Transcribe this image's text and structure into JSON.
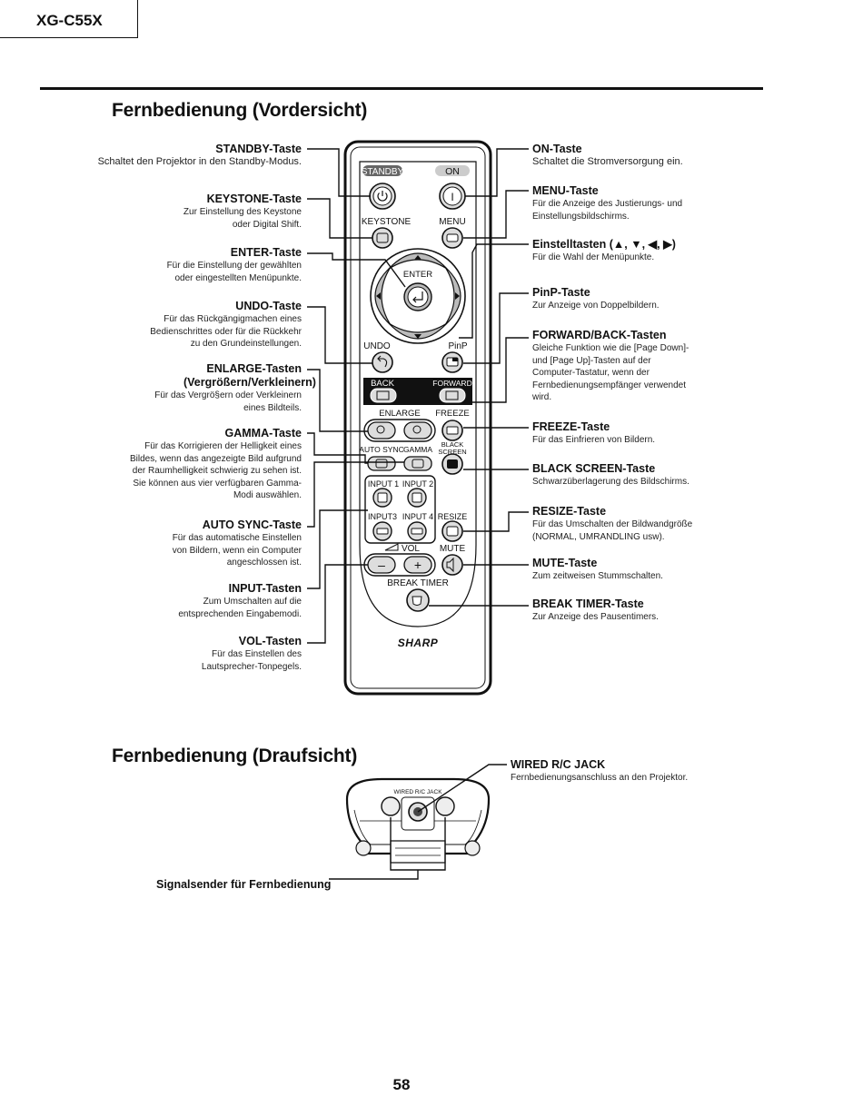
{
  "header": {
    "model": "XG-C55X"
  },
  "front_view": {
    "title": "Fernbedienung (Vordersicht)",
    "left_callouts": [
      {
        "title": "STANDBY-Taste",
        "desc": "Schaltet den Projektor in den Standby-Modus."
      },
      {
        "title": "KEYSTONE-Taste",
        "desc": "Zur Einstellung des Keystone oder Digital Shift."
      },
      {
        "title": "ENTER-Taste",
        "desc": "Für die Einstellung der gewählten oder eingestellten Menüpunkte."
      },
      {
        "title": "UNDO-Taste",
        "desc": "Für das Rückgängigmachen eines Bedienschrittes oder für die Rückkehr zu den Grundeinstellungen."
      },
      {
        "title": "ENLARGE-Tasten (Vergrößern/Verkleinern)",
        "desc": "Für das Vergrö§ern oder Verkleinern eines Bildteils."
      },
      {
        "title": "GAMMA-Taste",
        "desc": "Für das Korrigieren der Helligkeit eines Bildes, wenn das angezeigte Bild aufgrund der Raumhelligkeit schwierig zu sehen ist. Sie können aus vier verfügbaren Gamma-Modi auswählen."
      },
      {
        "title": "AUTO SYNC-Taste",
        "desc": "Für das automatische Einstellen von Bildern, wenn ein Computer angeschlossen ist."
      },
      {
        "title": "INPUT-Tasten",
        "desc": "Zum Umschalten auf die entsprechenden Eingabemodi."
      },
      {
        "title": "VOL-Tasten",
        "desc": "Für das Einstellen des Lautsprecher-Tonpegels."
      }
    ],
    "right_callouts": [
      {
        "title": "ON-Taste",
        "desc": "Schaltet die Stromversorgung ein."
      },
      {
        "title": "MENU-Taste",
        "desc": "Für die Anzeige des Justierungs- und Einstellungsbildschirms."
      },
      {
        "title": "Einstelltasten (▲, ▼, ◀, ▶)",
        "desc": "Für die Wahl der Menüpunkte."
      },
      {
        "title": "PinP-Taste",
        "desc": "Zur Anzeige von Doppelbildern."
      },
      {
        "title": "FORWARD/BACK-Tasten",
        "desc": "Gleiche Funktion wie die [Page Down]- und [Page Up]-Tasten auf der Computer-Tastatur, wenn der Fernbedienungsempfänger verwendet wird."
      },
      {
        "title": "FREEZE-Taste",
        "desc": "Für das Einfrieren von Bildern."
      },
      {
        "title": "BLACK SCREEN-Taste",
        "desc": "Schwarzüberlagerung des Bildschirms."
      },
      {
        "title": "RESIZE-Taste",
        "desc": "Für das Umschalten der Bildwandgröße (NORMAL, UMRANDLING usw)."
      },
      {
        "title": "MUTE-Taste",
        "desc": "Zum zeitweisen Stummschalten."
      },
      {
        "title": "BREAK TIMER-Taste",
        "desc": "Zur Anzeige des Pausentimers."
      }
    ],
    "remote_labels": {
      "standby": "STANDBY",
      "on": "ON",
      "keystone": "KEYSTONE",
      "menu": "MENU",
      "enter": "ENTER",
      "undo": "UNDO",
      "pinp": "PinP",
      "back": "BACK",
      "forward": "FORWARD",
      "enlarge": "ENLARGE",
      "freeze": "FREEZE",
      "auto_sync": "AUTO SYNC",
      "gamma": "GAMMA",
      "black": "BLACK",
      "screen": "SCREEN",
      "input1": "INPUT 1",
      "input2": "INPUT 2",
      "input3": "INPUT3",
      "input4": "INPUT 4",
      "resize": "RESIZE",
      "vol": "VOL",
      "mute": "MUTE",
      "break_timer": "BREAK TIMER",
      "brand": "SHARP",
      "minus": "–",
      "plus": "+",
      "one": "I"
    }
  },
  "top_view": {
    "title": "Fernbedienung (Draufsicht)",
    "jack_title": "WIRED R/C JACK",
    "jack_desc": "Fernbedienungsanschluss an den Projektor.",
    "jack_label": "WIRED R/C JACK",
    "emitter_title": "Signalsender für Fernbedienung"
  },
  "footer": {
    "page_number": "58"
  }
}
